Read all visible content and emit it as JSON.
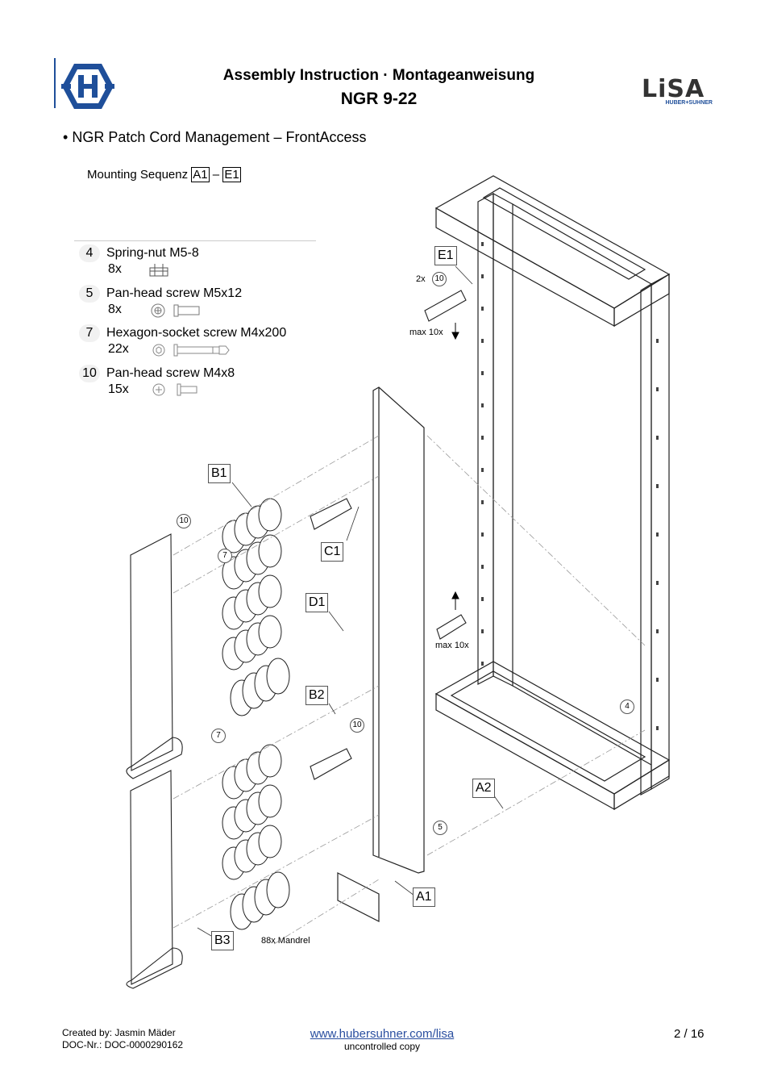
{
  "header": {
    "title": "Assembly Instruction  ·  Montageanweisung",
    "subtitle": "NGR 9-22",
    "logo_left": "hubersuhner-emblem",
    "logo_right": {
      "text": "LiSA",
      "sub": "HUBER+SUHNER"
    }
  },
  "section": {
    "bullet": "•",
    "heading": "NGR Patch Cord Management – FrontAccess"
  },
  "sequence": {
    "label": "Mounting Sequenz",
    "from": "A1",
    "dash": "–",
    "to": "E1"
  },
  "parts": [
    {
      "num": "4",
      "name": "Spring-nut M5-8",
      "qty": "8x",
      "icon": "spring-nut-icon"
    },
    {
      "num": "5",
      "name": "Pan-head screw M5x12",
      "qty": "8x",
      "icon": "pan-head-screw-icon"
    },
    {
      "num": "7",
      "name": "Hexagon-socket screw M4x200",
      "qty": "22x",
      "icon": "hex-socket-screw-icon"
    },
    {
      "num": "10",
      "name": "Pan-head screw M4x8",
      "qty": "15x",
      "icon": "small-screw-icon"
    }
  ],
  "diagram": {
    "callouts": {
      "e1": "E1",
      "b1": "B1",
      "c1": "C1",
      "d1": "D1",
      "b2": "B2",
      "a2": "A2",
      "a1": "A1",
      "b3": "B3"
    },
    "circles": {
      "e1_screw": "10",
      "b1_screw": "10",
      "b1_hex": "7",
      "b2_hex": "7",
      "b2_screw": "10",
      "a2_nut": "4",
      "a1_screw": "5"
    },
    "labels": {
      "e1_qty": "2x",
      "max_top": "max 10x",
      "max_mid": "max 10x",
      "mandrel": "88x Mandrel"
    }
  },
  "footer": {
    "created": "Created by: Jasmin Mäder",
    "doc": "DOC-Nr.: DOC-0000290162",
    "link": "www.hubersuhner.com/lisa",
    "note": "uncontrolled copy",
    "page": "2 / 16"
  }
}
